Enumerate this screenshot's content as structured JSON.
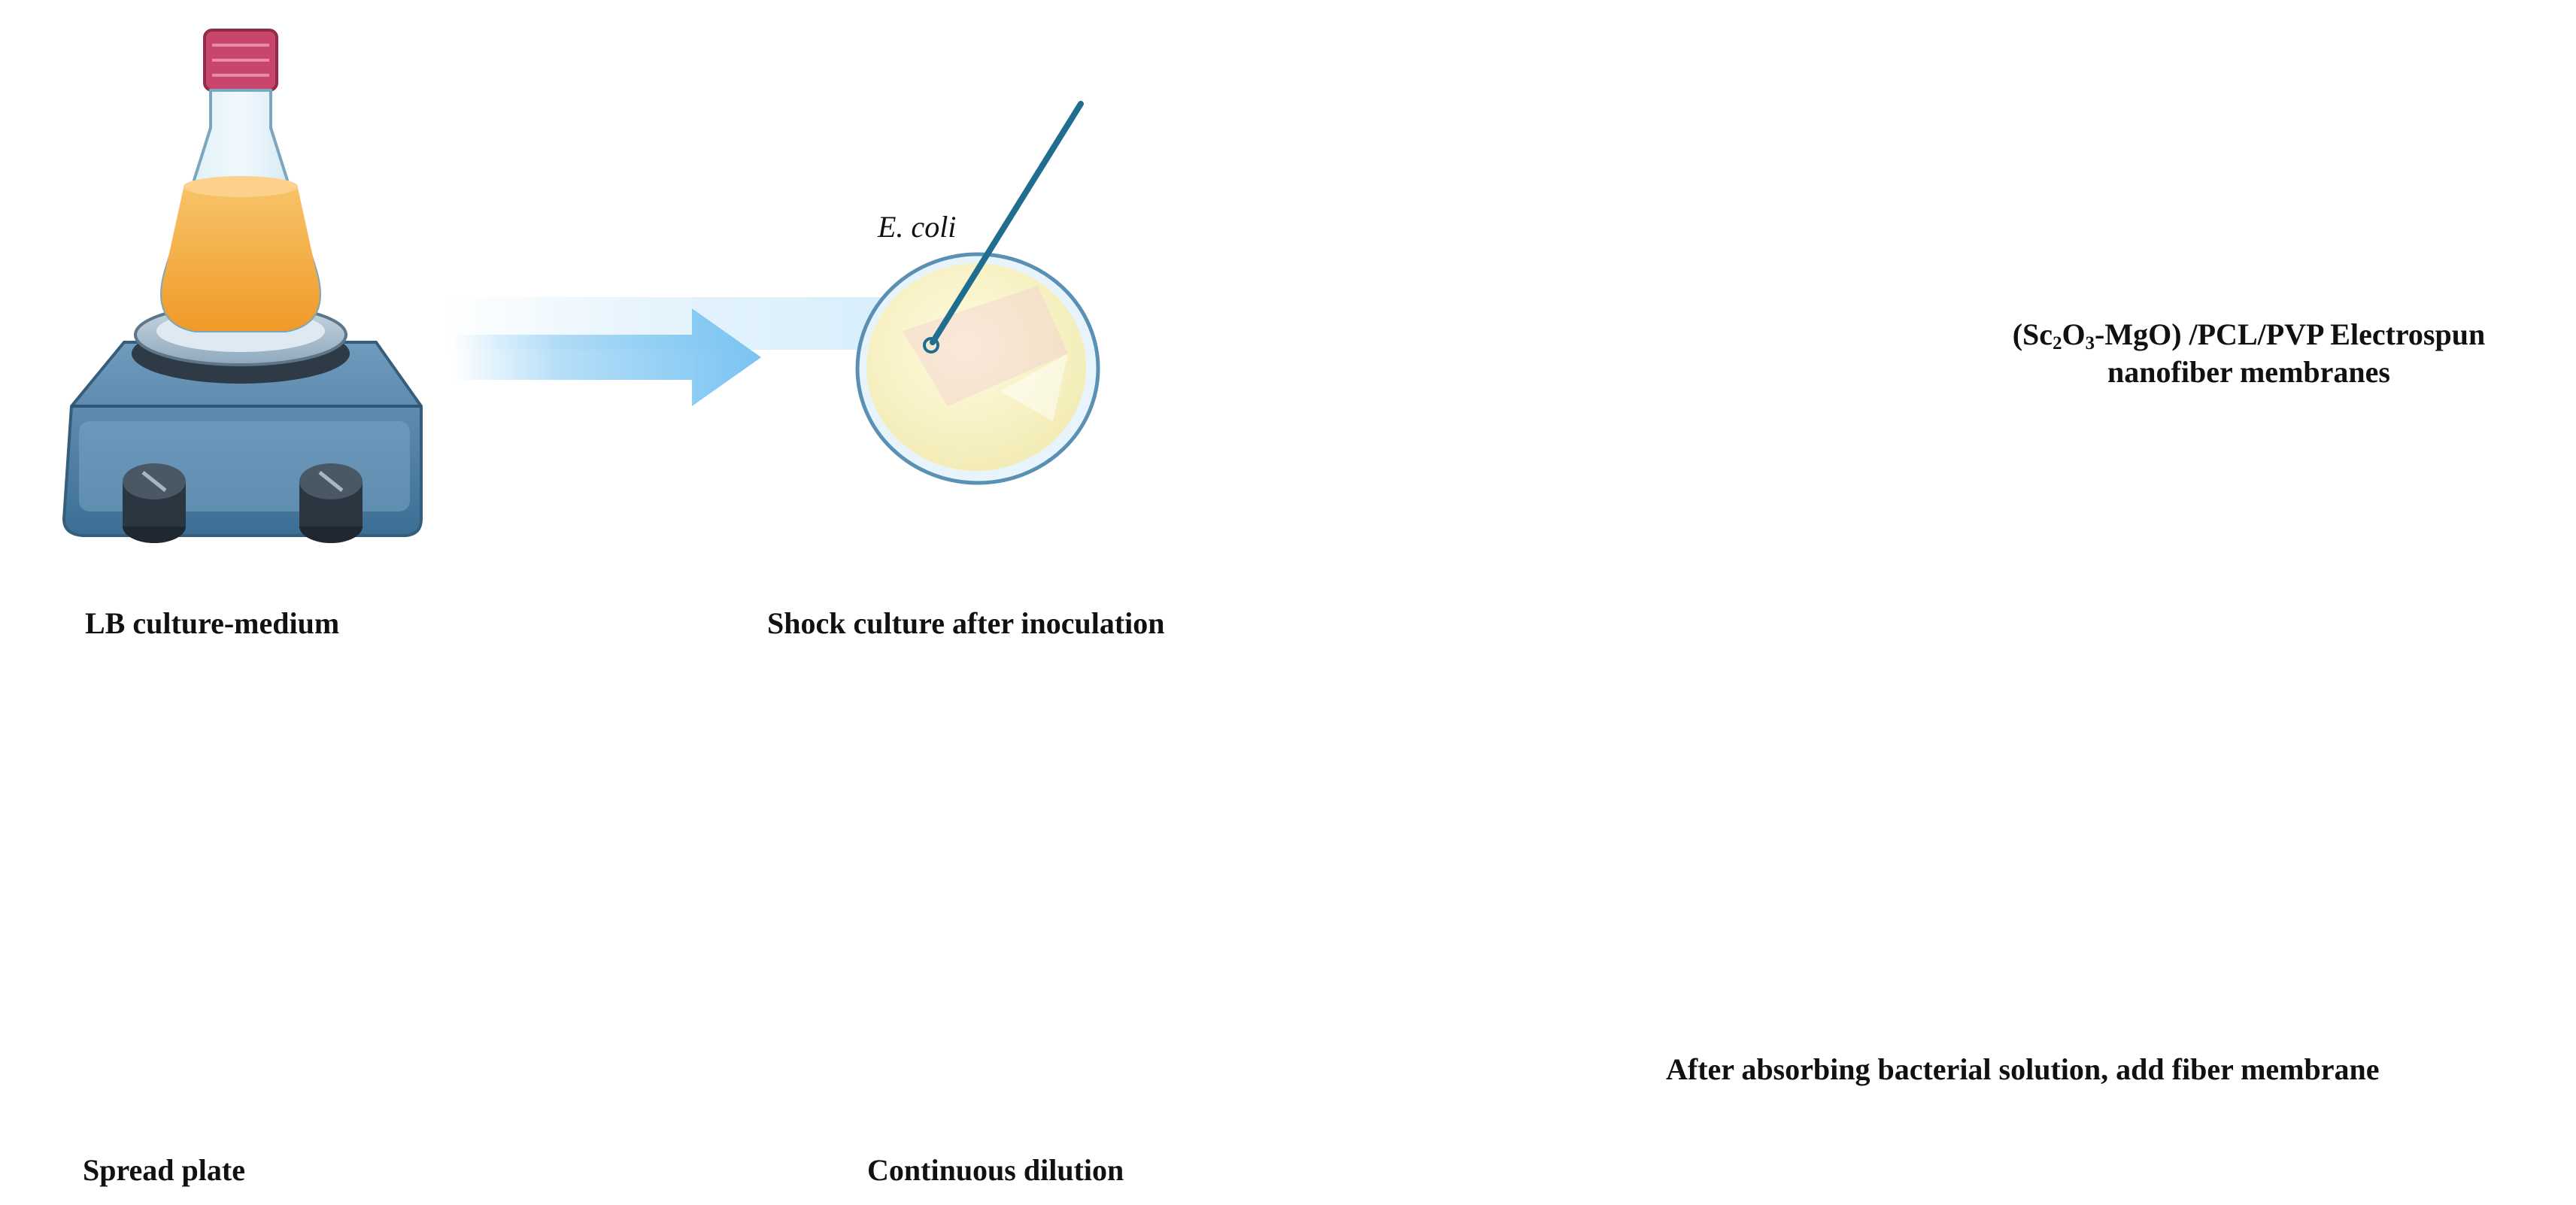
{
  "labels": {
    "lb_culture": "LB culture-medium",
    "shock_culture": "Shock culture after inoculation",
    "ecoli": "E. coli",
    "membrane_line1_prefix": "(Sc",
    "membrane_line1_sub1": "2",
    "membrane_line1_mid1": "O",
    "membrane_line1_sub2": "3",
    "membrane_line1_suffix": "-MgO) /PCL/PVP Electrospun",
    "membrane_line2": "nanofiber membranes",
    "after_absorbing": "After absorbing bacterial solution,  add fiber membrane",
    "continuous_dilution": "Continuous dilution",
    "spread_plate": "Spread plate"
  },
  "colors": {
    "flow_arrow": "#79c4f2",
    "curved_arrow": "#2f5ea8",
    "orange_medium": "#f4a637",
    "yellow_culture": "#f4e96a",
    "light_dilution": "#f2f4c8",
    "blue_dilution_mid": "#4e8fd6",
    "blue_dilution_dark": "#2c67b4",
    "glove": "#3d5fb8",
    "cap_pink": "#c8456b",
    "membrane_navy": "#1c2f6a"
  },
  "icons": [
    "hot-plate-stirrer-icon",
    "erlenmeyer-flask-icon",
    "petri-dish-icon",
    "inoculation-loop-icon",
    "test-tube-icon",
    "pipette-hand-icon",
    "nanofiber-membrane-icon",
    "shaking-flask-icon",
    "curved-arrow-icon",
    "spreader-icon"
  ]
}
